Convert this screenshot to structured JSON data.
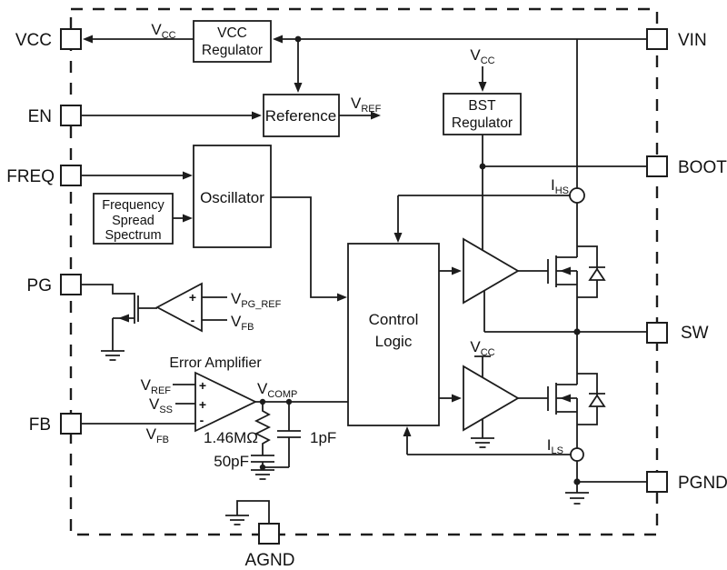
{
  "pins": {
    "left": [
      {
        "label": "VCC"
      },
      {
        "label": "EN"
      },
      {
        "label": "FREQ"
      },
      {
        "label": "PG"
      },
      {
        "label": "FB"
      }
    ],
    "right": [
      {
        "label": "VIN"
      },
      {
        "label": "BOOT"
      },
      {
        "label": "SW"
      },
      {
        "label": "PGND"
      }
    ],
    "bottom": [
      {
        "label": "AGND"
      }
    ]
  },
  "blocks": {
    "vcc_regulator": {
      "line1": "VCC",
      "line2": "Regulator"
    },
    "reference": {
      "line1": "Reference"
    },
    "bst_regulator": {
      "line1": "BST",
      "line2": "Regulator"
    },
    "oscillator": {
      "line1": "Oscillator"
    },
    "frequency_spread_spectrum": {
      "line1": "Frequency",
      "line2": "Spread",
      "line3": "Spectrum"
    },
    "control_logic": {
      "line1": "Control",
      "line2": "Logic"
    }
  },
  "signals": {
    "vcc": {
      "base": "V",
      "sub": "CC"
    },
    "vref": {
      "base": "V",
      "sub": "REF"
    },
    "vpg_ref": {
      "base": "V",
      "sub": "PG_REF"
    },
    "vfb": {
      "base": "V",
      "sub": "FB"
    },
    "vss": {
      "base": "V",
      "sub": "SS"
    },
    "vcomp": {
      "base": "V",
      "sub": "COMP"
    },
    "ihs": {
      "base": "I",
      "sub": "HS"
    },
    "ils": {
      "base": "I",
      "sub": "LS"
    }
  },
  "amplifier": {
    "title": "Error Amplifier",
    "plus": "+",
    "minus": "-"
  },
  "components": {
    "comp_resistor": "1.46MΩ",
    "comp_capacitor": "50pF",
    "feedforward_capacitor": "1pF"
  },
  "colors": {
    "line": "#1c1c1c",
    "background": "#ffffff"
  }
}
